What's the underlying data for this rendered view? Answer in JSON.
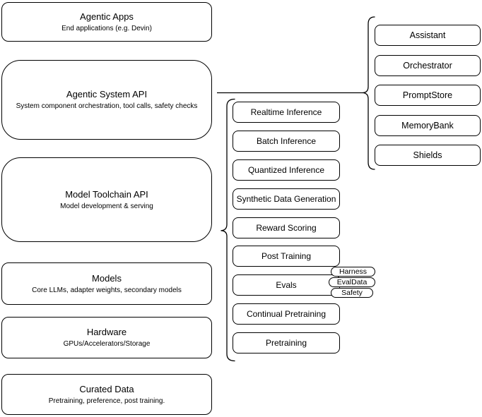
{
  "diagram": {
    "left_stack": [
      {
        "title": "Agentic Apps",
        "subtitle": "End applications (e.g. Devin)"
      },
      {
        "title": "Agentic System API",
        "subtitle": "System component orchestration, tool calls, safety checks"
      },
      {
        "title": "Model Toolchain API",
        "subtitle": "Model development & serving"
      },
      {
        "title": "Models",
        "subtitle": "Core LLMs, adapter weights, secondary models"
      },
      {
        "title": "Hardware",
        "subtitle": "GPUs/Accelerators/Storage"
      },
      {
        "title": "Curated Data",
        "subtitle": "Pretraining, preference, post training."
      }
    ],
    "toolchain_items": [
      "Realtime Inference",
      "Batch Inference",
      "Quantized Inference",
      "Synthetic Data Generation",
      "Reward Scoring",
      "Post Training",
      "Evals",
      "Continual Pretraining",
      "Pretraining"
    ],
    "eval_badges": [
      "Harness",
      "EvalData",
      "Safety"
    ],
    "system_components": [
      "Assistant",
      "Orchestrator",
      "PromptStore",
      "MemoryBank",
      "Shields"
    ],
    "colors": {
      "stroke": "#000000",
      "fill": "#ffffff",
      "text": "#000000"
    }
  }
}
